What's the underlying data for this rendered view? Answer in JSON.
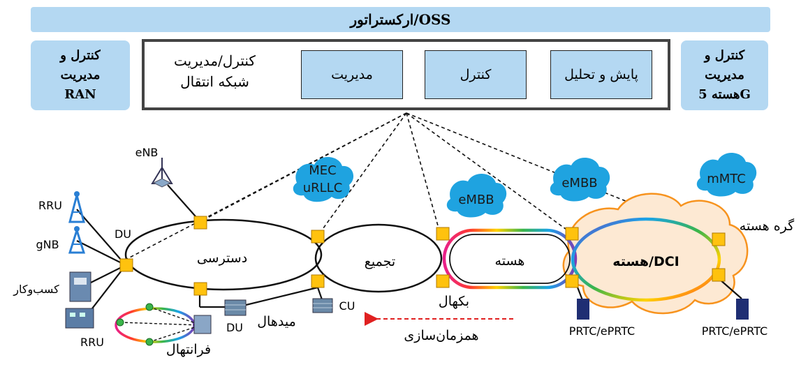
{
  "header": {
    "oss": "ارکستراتور/OSS"
  },
  "ran_box": {
    "label": "کنترل و\nمدیریت\nRAN"
  },
  "core_box": {
    "label": "کنترل و\nمدیریت\nهسته 5G"
  },
  "transport_mgmt": {
    "title": "کنترل/مدیریت\nشبکه انتقال",
    "modules": [
      "مدیریت",
      "کنترل",
      "پایش و تحلیل"
    ]
  },
  "rings": {
    "access": "دسترسی",
    "aggregation": "تجمیع",
    "core": "هسته",
    "dci": "هسته/DCI"
  },
  "clouds": {
    "mec": "MEC",
    "urllc": "uRLLC",
    "embb1": "eMBB",
    "embb2": "eMBB",
    "mmtc": "mMTC"
  },
  "devices": {
    "enb": "eNB",
    "rru_top": "RRU",
    "gnb": "gNB",
    "business": "کسب‌وکار",
    "rru_bottom": "RRU",
    "du_top": "DU",
    "du_bottom": "DU",
    "cu": "CU",
    "prtc1": "PRTC/ePRTC",
    "prtc2": "PRTC/ePRTC"
  },
  "labels": {
    "core_node": "گره هسته",
    "backhaul": "بکهال",
    "midhaul": "میدهال",
    "fronthaul": "فرانتهال",
    "sync": "همزمان‌سازی"
  }
}
